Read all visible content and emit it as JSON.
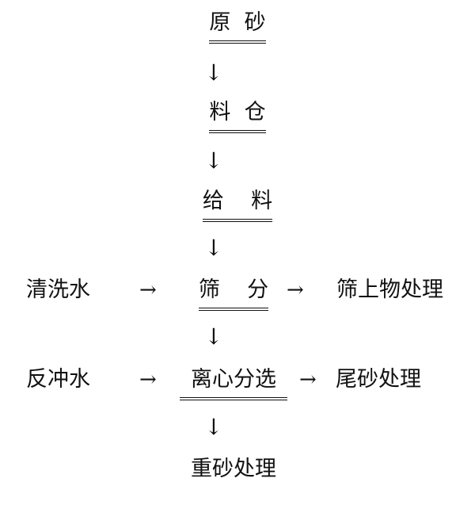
{
  "steps": {
    "raw_sand": "原  砂",
    "silo": "料  仓",
    "feeding": "给    料",
    "screening": "筛    分",
    "centrifugal": "离心分选",
    "heavy_sand": "重砂处理"
  },
  "inputs": {
    "wash_water": "清洗水",
    "backwash_water": "反冲水"
  },
  "outputs": {
    "oversize": "筛上物处理",
    "tailings": "尾砂处理"
  },
  "arrows": {
    "down": "↓",
    "right": "→"
  }
}
